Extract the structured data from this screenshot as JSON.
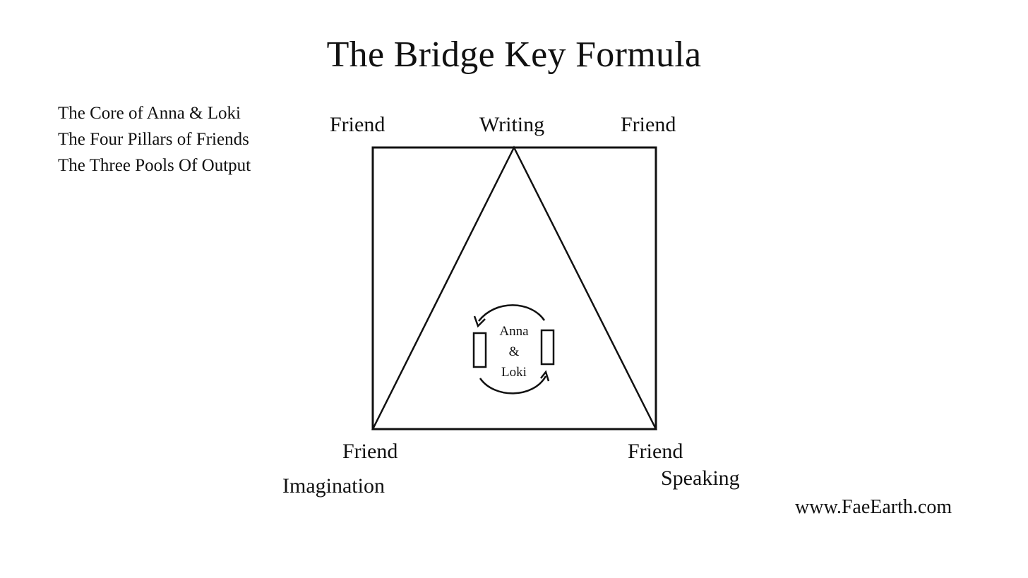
{
  "title": "The Bridge Key Formula",
  "legend": {
    "lines": [
      "The Core of Anna & Loki",
      "The Four Pillars of Friends",
      "The Three Pools Of Output"
    ]
  },
  "corners": {
    "top_left": "Friend",
    "top_right": "Friend",
    "bottom_left": "Friend",
    "bottom_right": "Friend"
  },
  "outputs": {
    "top": "Writing",
    "bottom_left": "Imagination",
    "bottom_right": "Speaking"
  },
  "core": {
    "line1": "Anna",
    "line2": "&",
    "line3": "Loki"
  },
  "website": "www.FaeEarth.com"
}
